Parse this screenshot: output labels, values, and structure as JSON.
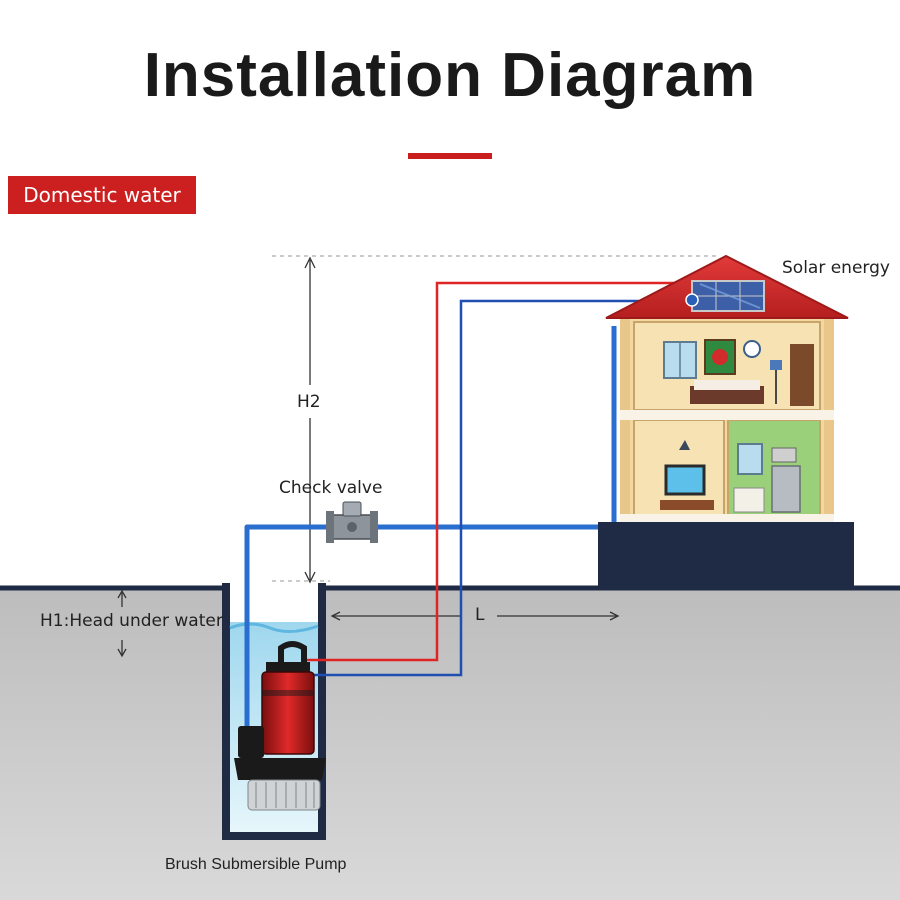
{
  "title": "Installation Diagram",
  "tag": "Domestic water",
  "labels": {
    "solar": "Solar energy",
    "h2": "H2",
    "check_valve": "Check valve",
    "h1": "H1:Head under water",
    "l": "L",
    "pump": "Brush Submersible Pump"
  },
  "colors": {
    "accent_red": "#c81e1e",
    "ground": "#c9c9c9",
    "pipe_blue": "#1f5fbf",
    "wire_red": "#e02424",
    "wire_blue": "#1f4fb0",
    "roof": "#d32f2f",
    "wall": "#f3d9a4",
    "foundation": "#1f2a44"
  },
  "icons": [
    "house-illustration",
    "solar-panel-icon",
    "submersible-pump-icon",
    "check-valve-icon",
    "water-well"
  ]
}
